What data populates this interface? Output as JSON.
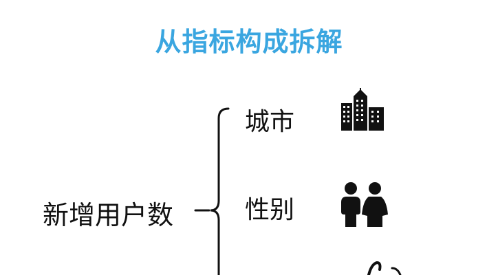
{
  "title": "从指标构成拆解",
  "root": {
    "label": "新增用户数"
  },
  "branches": [
    {
      "label": "城市",
      "icon": "city-buildings-icon"
    },
    {
      "label": "性别",
      "icon": "male-female-icon"
    }
  ],
  "colors": {
    "title": "#3aa6e0",
    "text": "#111111",
    "icon": "#111111"
  }
}
